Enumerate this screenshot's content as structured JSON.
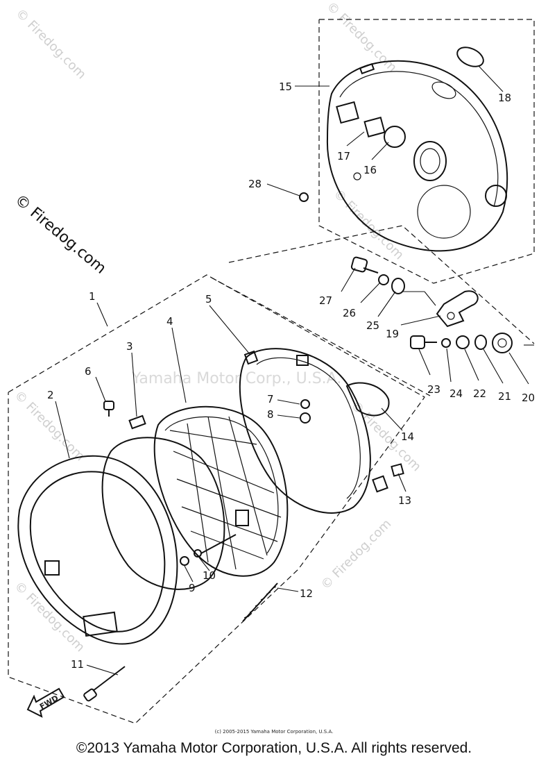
{
  "diagram": {
    "watermark": "© Firedog.com",
    "center_watermark": "Yamaha Motor Corp., U.S.A.",
    "fwd_label": "FWD",
    "small_copyright": "(c) 2005-2015 Yamaha Motor Corporation, U.S.A.",
    "footer": "©2013 Yamaha Motor Corporation, U.S.A. All rights reserved.",
    "part_numbers": [
      "1",
      "2",
      "3",
      "4",
      "5",
      "6",
      "7",
      "8",
      "9",
      "10",
      "11",
      "12",
      "13",
      "14",
      "15",
      "16",
      "17",
      "18",
      "19",
      "20",
      "21",
      "22",
      "23",
      "24",
      "25",
      "26",
      "27",
      "28"
    ]
  }
}
